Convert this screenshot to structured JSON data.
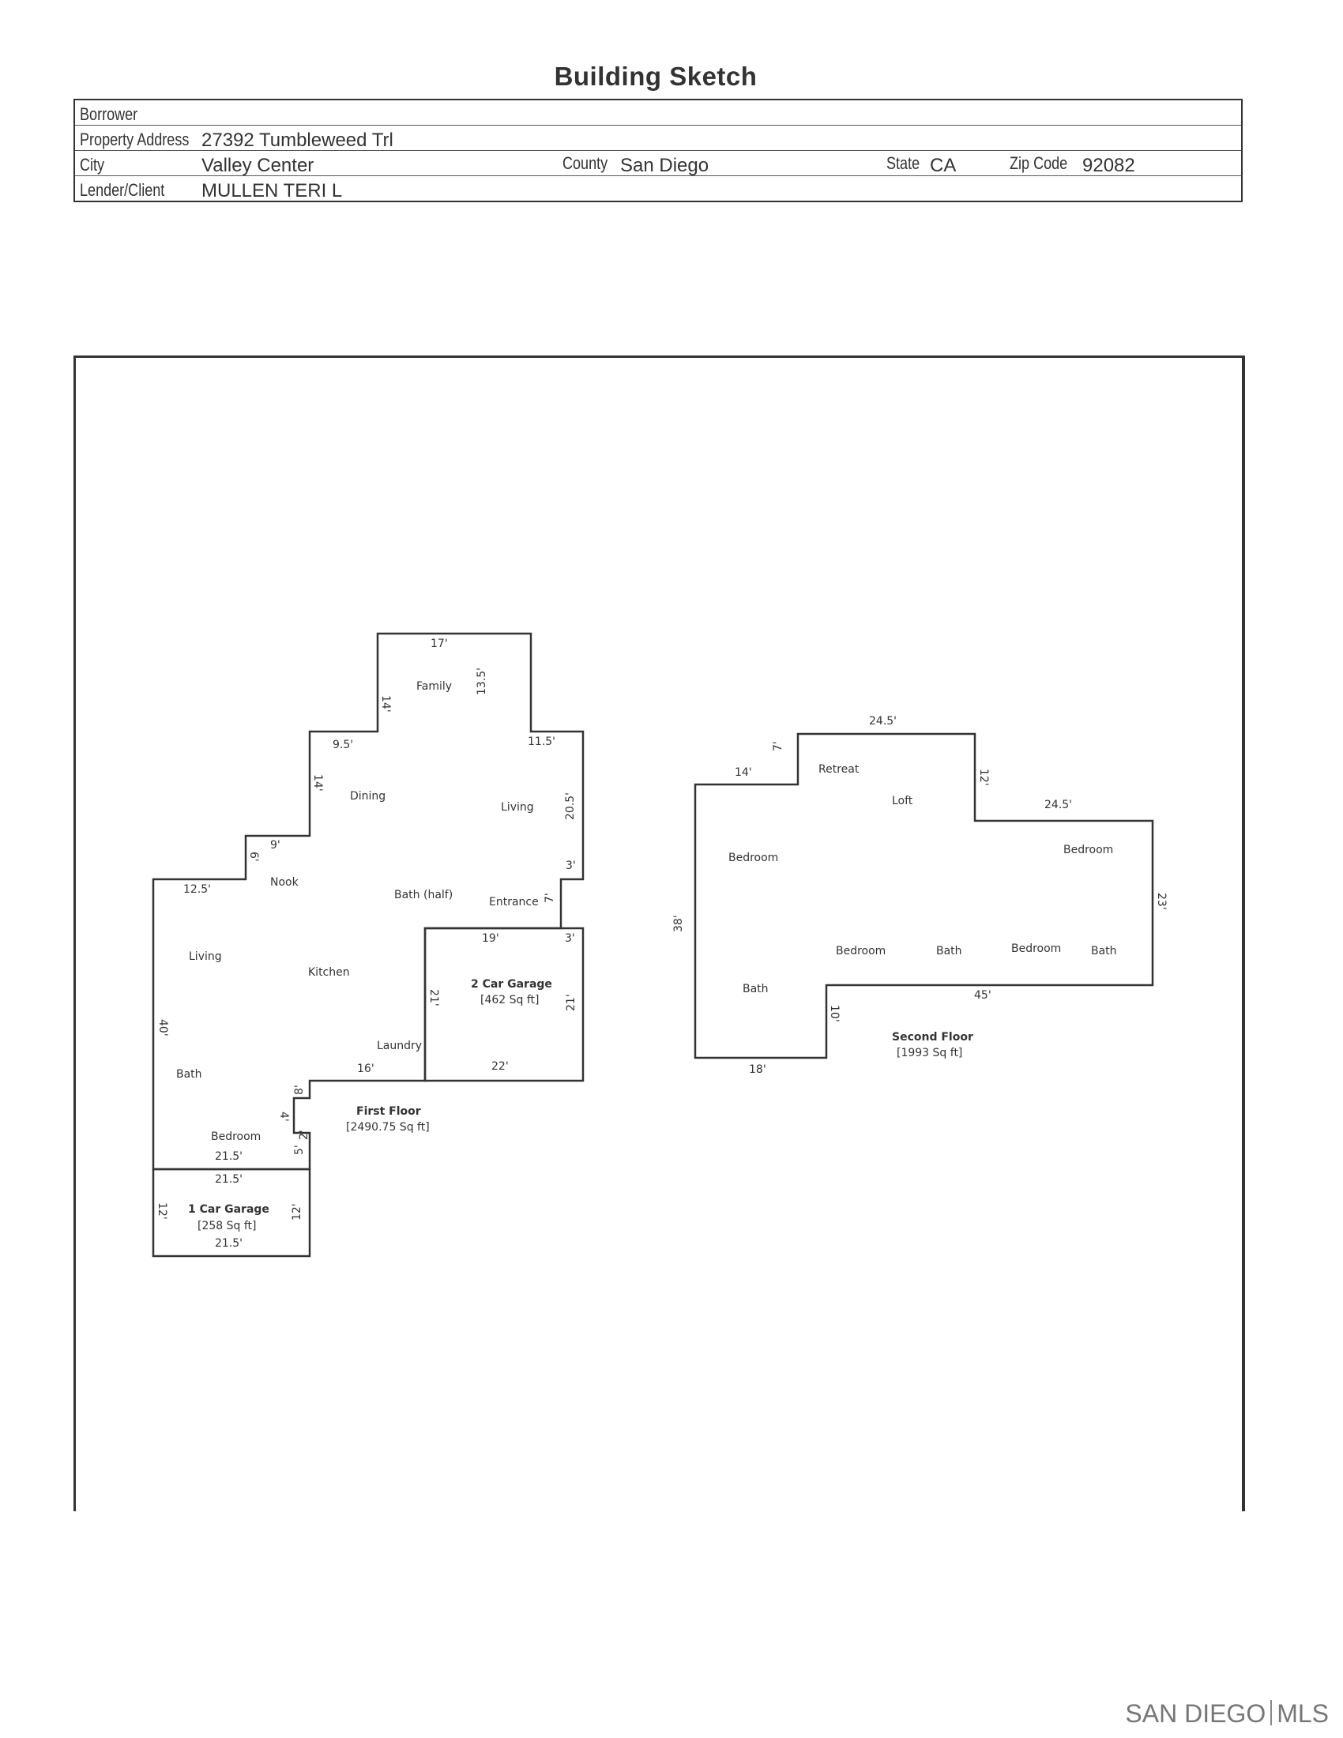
{
  "header": {
    "title": "Building Sketch"
  },
  "info": {
    "borrower_label": "Borrower",
    "borrower_value": "",
    "property_address_label": "Property Address",
    "property_address_value": "27392 Tumbleweed Trl",
    "city_label": "City",
    "city_value": "Valley Center",
    "county_label": "County",
    "county_value": "San Diego",
    "state_label": "State",
    "state_value": "CA",
    "zip_label": "Zip Code",
    "zip_value": "92082",
    "lender_label": "Lender/Client",
    "lender_value": "MULLEN TERI L"
  },
  "first_floor": {
    "name": "First Floor",
    "area": "[2490.75 Sq ft]",
    "rooms": {
      "family": "Family",
      "dining": "Dining",
      "living_upper": "Living",
      "nook": "Nook",
      "bath_half": "Bath (half)",
      "entrance": "Entrance",
      "living_left": "Living",
      "kitchen": "Kitchen",
      "laundry": "Laundry",
      "bath": "Bath",
      "bedroom": "Bedroom"
    },
    "dims": {
      "top": "17'",
      "family_left": "14'",
      "family_right": "13.5'",
      "dining_top": "9.5'",
      "living_top": "11.5'",
      "dining_left": "14'",
      "living_right": "20.5'",
      "nook_top": "9'",
      "nook_left": "6'",
      "right_3a": "3'",
      "left_top": "12.5'",
      "entrance_7": "7'",
      "left_side": "40'",
      "laundry_bottom": "16'",
      "step_8": "8'",
      "step_4": "4'",
      "step_5": "5'",
      "step_2": "2'",
      "bedroom_bottom": "21.5'"
    }
  },
  "two_car_garage": {
    "name": "2 Car Garage",
    "area": "[462 Sq ft]",
    "dims": {
      "top": "19'",
      "top_right": "3'",
      "left": "21'",
      "right": "21'",
      "bottom": "22'"
    }
  },
  "one_car_garage": {
    "name": "1 Car Garage",
    "area": "[258 Sq ft]",
    "dims": {
      "top": "21.5'",
      "left": "12'",
      "right": "12'",
      "bottom": "21.5'"
    }
  },
  "second_floor": {
    "name": "Second Floor",
    "area": "[1993 Sq ft]",
    "rooms": {
      "retreat": "Retreat",
      "loft": "Loft",
      "bedroom_left": "Bedroom",
      "bedroom_right": "Bedroom",
      "bedroom_mid1": "Bedroom",
      "bath_mid1": "Bath",
      "bedroom_mid2": "Bedroom",
      "bath_mid2": "Bath",
      "bath_left": "Bath"
    },
    "dims": {
      "top": "24.5'",
      "left_top": "14'",
      "step_7": "7'",
      "right_12": "12'",
      "right_top": "24.5'",
      "left_side": "38'",
      "right_side": "23'",
      "bottom_right": "45'",
      "inner_10": "10'",
      "bottom_left": "18'"
    }
  },
  "watermark": {
    "left": "SAN DIEGO",
    "right": "MLS"
  }
}
